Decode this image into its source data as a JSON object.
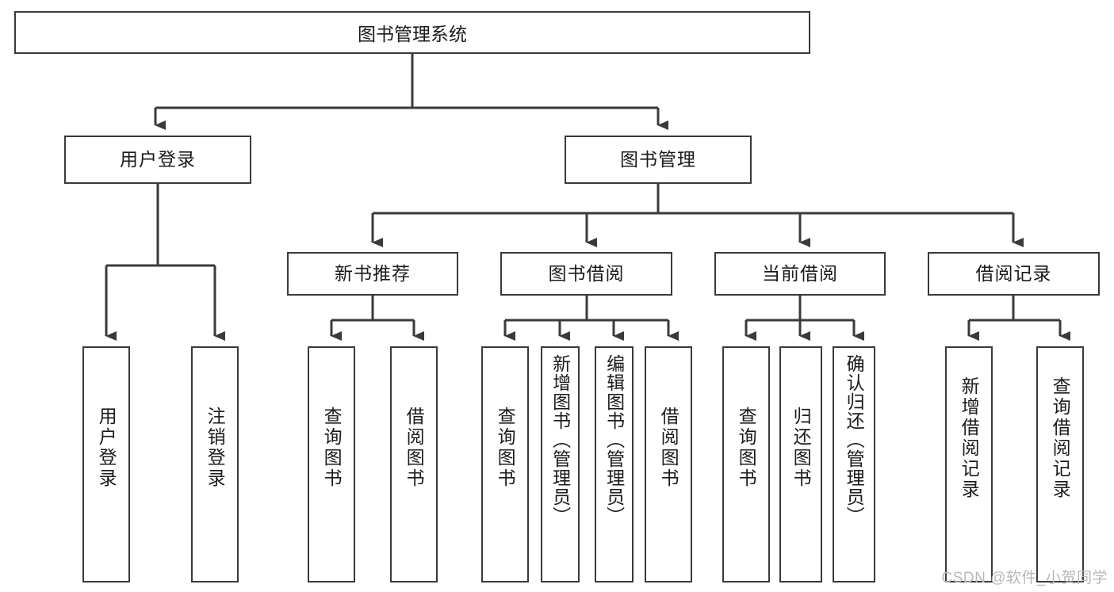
{
  "diagram": {
    "title": "图书管理系统",
    "type": "tree-hierarchy-chart",
    "root": {
      "label": "图书管理系统"
    },
    "level2": [
      {
        "label": "用户登录"
      },
      {
        "label": "图书管理"
      }
    ],
    "level3": [
      {
        "label": "新书推荐"
      },
      {
        "label": "图书借阅"
      },
      {
        "label": "当前借阅"
      },
      {
        "label": "借阅记录"
      }
    ],
    "leaves": [
      {
        "label": "用户登录"
      },
      {
        "label": "注销登录"
      },
      {
        "label": "查询图书"
      },
      {
        "label": "借阅图书"
      },
      {
        "label": "查询图书"
      },
      {
        "label": "新增图书（管理员）"
      },
      {
        "label": "编辑图书（管理员）"
      },
      {
        "label": "借阅图书"
      },
      {
        "label": "查询图书"
      },
      {
        "label": "归还图书"
      },
      {
        "label": "确认归还（管理员）"
      },
      {
        "label": "新增借阅记录"
      },
      {
        "label": "查询借阅记录"
      }
    ]
  },
  "watermark": {
    "text": "CSDN @软件_小贺同学"
  },
  "colors": {
    "stroke": "#3a3a3a",
    "text": "#1b1b1b",
    "background": "#ffffff",
    "watermark": "#b8b8b8"
  }
}
